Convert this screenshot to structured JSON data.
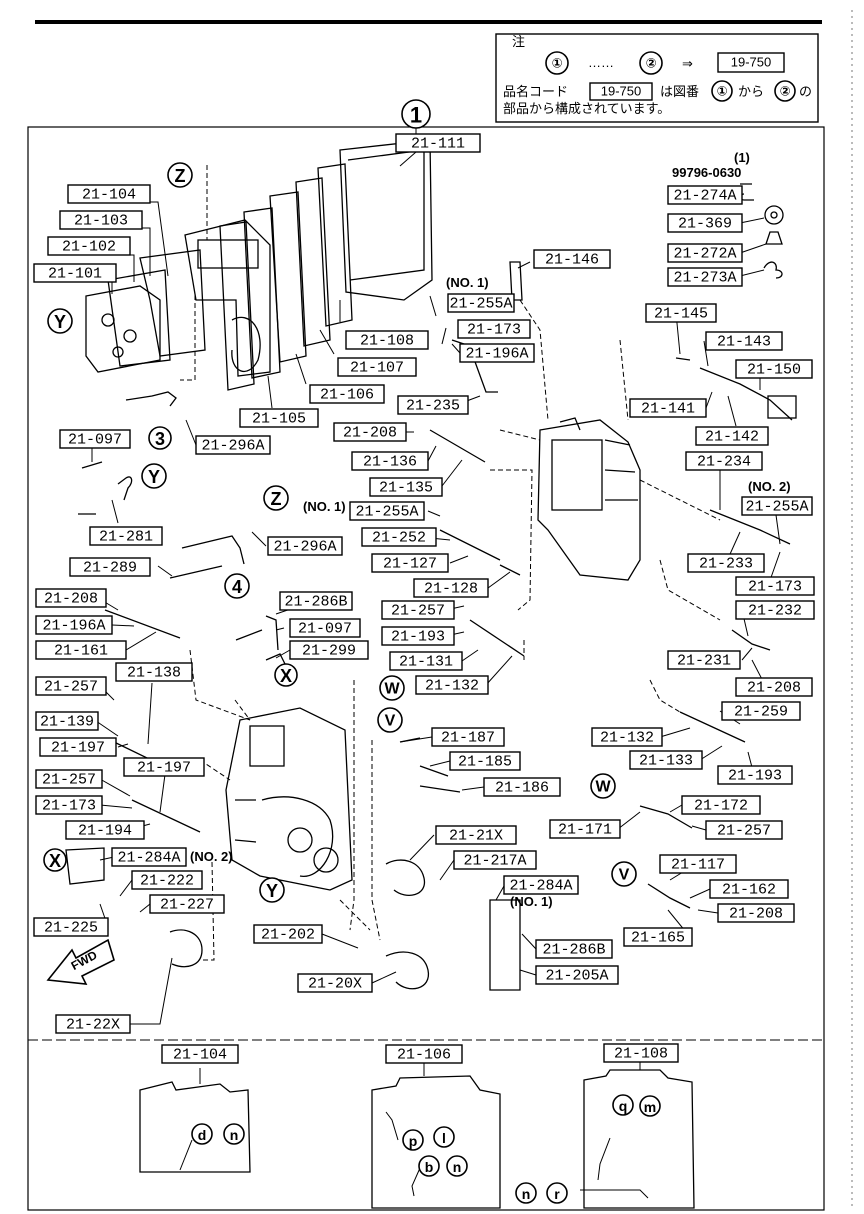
{
  "note": {
    "heading": "注",
    "from": "①",
    "dots": "……",
    "to": "②",
    "arrow": "⇒",
    "code_ref": "19-750",
    "line1_prefix": "品名コード",
    "line1_code": "19-750",
    "line1_mid": "は図番",
    "line1_from": "①",
    "line1_kara": "から",
    "line1_to": "②",
    "line1_no": "の",
    "line2": "部品から構成されています。"
  },
  "parts": [
    {
      "id": "p1",
      "text": "21-111"
    },
    {
      "id": "p2",
      "text": "21-104"
    },
    {
      "id": "p3",
      "text": "21-103"
    },
    {
      "id": "p4",
      "text": "21-102"
    },
    {
      "id": "p5",
      "text": "21-101"
    },
    {
      "id": "p6",
      "text": "21-274A"
    },
    {
      "id": "p7",
      "text": "21-369"
    },
    {
      "id": "p8",
      "text": "21-272A"
    },
    {
      "id": "p9",
      "text": "21-273A"
    },
    {
      "id": "p10",
      "text": "21-146"
    },
    {
      "id": "p11",
      "text": "21-255A"
    },
    {
      "id": "p12",
      "text": "21-173"
    },
    {
      "id": "p13",
      "text": "21-196A"
    },
    {
      "id": "p14",
      "text": "21-108"
    },
    {
      "id": "p15",
      "text": "21-107"
    },
    {
      "id": "p16",
      "text": "21-106"
    },
    {
      "id": "p17",
      "text": "21-105"
    },
    {
      "id": "p18",
      "text": "21-296A"
    },
    {
      "id": "p19",
      "text": "21-235"
    },
    {
      "id": "p20",
      "text": "21-145"
    },
    {
      "id": "p21",
      "text": "21-143"
    },
    {
      "id": "p22",
      "text": "21-150"
    },
    {
      "id": "p23",
      "text": "21-141"
    },
    {
      "id": "p24",
      "text": "21-142"
    },
    {
      "id": "p25",
      "text": "21-097"
    },
    {
      "id": "p26",
      "text": "21-208"
    },
    {
      "id": "p27",
      "text": "21-136"
    },
    {
      "id": "p28",
      "text": "21-234"
    },
    {
      "id": "p29",
      "text": "21-135"
    },
    {
      "id": "p30",
      "text": "21-255A"
    },
    {
      "id": "p31",
      "text": "21-255A"
    },
    {
      "id": "p32",
      "text": "21-281"
    },
    {
      "id": "p33",
      "text": "21-252"
    },
    {
      "id": "p34",
      "text": "21-296A"
    },
    {
      "id": "p35",
      "text": "21-127"
    },
    {
      "id": "p36",
      "text": "21-233"
    },
    {
      "id": "p37",
      "text": "21-289"
    },
    {
      "id": "p38",
      "text": "21-128"
    },
    {
      "id": "p39",
      "text": "21-173"
    },
    {
      "id": "p40",
      "text": "21-208"
    },
    {
      "id": "p41",
      "text": "21-286B"
    },
    {
      "id": "p42",
      "text": "21-257"
    },
    {
      "id": "p43",
      "text": "21-232"
    },
    {
      "id": "p44",
      "text": "21-196A"
    },
    {
      "id": "p45",
      "text": "21-097"
    },
    {
      "id": "p46",
      "text": "21-193"
    },
    {
      "id": "p47",
      "text": "21-161"
    },
    {
      "id": "p48",
      "text": "21-299"
    },
    {
      "id": "p49",
      "text": "21-131"
    },
    {
      "id": "p50",
      "text": "21-231"
    },
    {
      "id": "p51",
      "text": "21-132"
    },
    {
      "id": "p52",
      "text": "21-138"
    },
    {
      "id": "p53",
      "text": "21-257"
    },
    {
      "id": "p54",
      "text": "21-208"
    },
    {
      "id": "p55",
      "text": "21-259"
    },
    {
      "id": "p56",
      "text": "21-139"
    },
    {
      "id": "p57",
      "text": "21-187"
    },
    {
      "id": "p58",
      "text": "21-132"
    },
    {
      "id": "p59",
      "text": "21-197"
    },
    {
      "id": "p60",
      "text": "21-133"
    },
    {
      "id": "p61",
      "text": "21-185"
    },
    {
      "id": "p62",
      "text": "21-197"
    },
    {
      "id": "p63",
      "text": "21-193"
    },
    {
      "id": "p64",
      "text": "21-257"
    },
    {
      "id": "p65",
      "text": "21-186"
    },
    {
      "id": "p66",
      "text": "21-173"
    },
    {
      "id": "p67",
      "text": "21-172"
    },
    {
      "id": "p68",
      "text": "21-171"
    },
    {
      "id": "p69",
      "text": "21-257"
    },
    {
      "id": "p70",
      "text": "21-194"
    },
    {
      "id": "p71",
      "text": "21-21X"
    },
    {
      "id": "p72",
      "text": "21-117"
    },
    {
      "id": "p73",
      "text": "21-284A"
    },
    {
      "id": "p74",
      "text": "21-217A"
    },
    {
      "id": "p75",
      "text": "21-222"
    },
    {
      "id": "p76",
      "text": "21-284A"
    },
    {
      "id": "p77",
      "text": "21-162"
    },
    {
      "id": "p78",
      "text": "21-227"
    },
    {
      "id": "p79",
      "text": "21-208"
    },
    {
      "id": "p80",
      "text": "21-225"
    },
    {
      "id": "p81",
      "text": "21-202"
    },
    {
      "id": "p82",
      "text": "21-286B"
    },
    {
      "id": "p83",
      "text": "21-165"
    },
    {
      "id": "p84",
      "text": "21-205A"
    },
    {
      "id": "p85",
      "text": "21-20X"
    },
    {
      "id": "p86",
      "text": "21-22X"
    },
    {
      "id": "p87",
      "text": "21-104"
    },
    {
      "id": "p88",
      "text": "21-106"
    },
    {
      "id": "p89",
      "text": "21-108"
    }
  ],
  "callouts": [
    {
      "id": "c1",
      "text": "1"
    },
    {
      "id": "c2",
      "text": "Z"
    },
    {
      "id": "c3",
      "text": "Y"
    },
    {
      "id": "c4",
      "text": "3"
    },
    {
      "id": "c5",
      "text": "Y"
    },
    {
      "id": "c6",
      "text": "Z"
    },
    {
      "id": "c7",
      "text": "4"
    },
    {
      "id": "c8",
      "text": "X"
    },
    {
      "id": "c9",
      "text": "W"
    },
    {
      "id": "c10",
      "text": "V"
    },
    {
      "id": "c11",
      "text": "W"
    },
    {
      "id": "c12",
      "text": "X"
    },
    {
      "id": "c13",
      "text": "V"
    },
    {
      "id": "c14",
      "text": "Y"
    },
    {
      "id": "c15",
      "text": "d"
    },
    {
      "id": "c16",
      "text": "n"
    },
    {
      "id": "c17",
      "text": "p"
    },
    {
      "id": "c18",
      "text": "l"
    },
    {
      "id": "c19",
      "text": "b"
    },
    {
      "id": "c20",
      "text": "n"
    },
    {
      "id": "c21",
      "text": "q"
    },
    {
      "id": "c22",
      "text": "m"
    },
    {
      "id": "c23",
      "text": "n"
    },
    {
      "id": "c24",
      "text": "r"
    }
  ],
  "annotations": {
    "qty1": "(1)",
    "bolt_code": "99796-0630",
    "no1_a": "(NO. 1)",
    "no2_a": "(NO. 2)",
    "no1_b": "(NO. 1)",
    "no2_b": "(NO. 2)",
    "no1_c": "(NO. 1)",
    "fwd": "FWD"
  }
}
